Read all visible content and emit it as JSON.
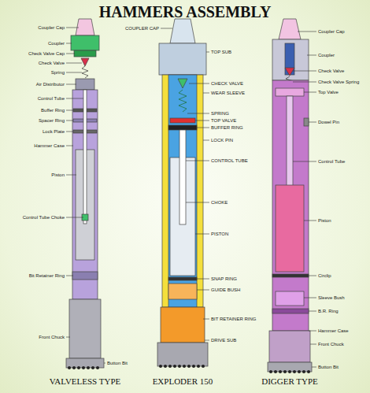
{
  "diagram": {
    "title": "HAMMERS ASSEMBLY",
    "labels": [
      "Coupler Cap",
      "Coupler",
      "Check Valve Cap",
      "Check Valve",
      "Spring",
      "Air Distributor",
      "Control Tube",
      "Buffer Ring",
      "Spacer Ring",
      "Lock Plate",
      "Hammer Case",
      "Piston",
      "Control Tube Choke",
      "Bit Retainer Ring",
      "Front Chuck",
      "Button Bit",
      "COUPLER CAP",
      "TOP SUB",
      "CHECK VALVE",
      "WEAR SLEEVE",
      "SPRING",
      "TOP VALVE",
      "BUFFER RING",
      "LOCK PIN",
      "CONTROL TUBE",
      "CHOKE",
      "PISTON",
      "SNAP RING",
      "GUIDE BUSH",
      "BIT RETAINER RING",
      "DRIVE SUB",
      "Coupler Cap",
      "Coupler",
      "Check Valve",
      "Check Valve Spring",
      "Top Valve",
      "Dowel Pin",
      "Control Tube",
      "Piston",
      "Circlip",
      "Sleeve Bush",
      "B.R. Ring",
      "Hammer Case",
      "Front Chuck",
      "Button Bit",
      "VALVELESS TYPE",
      "EXPLODER 150",
      "DIGGER TYPE"
    ]
  }
}
